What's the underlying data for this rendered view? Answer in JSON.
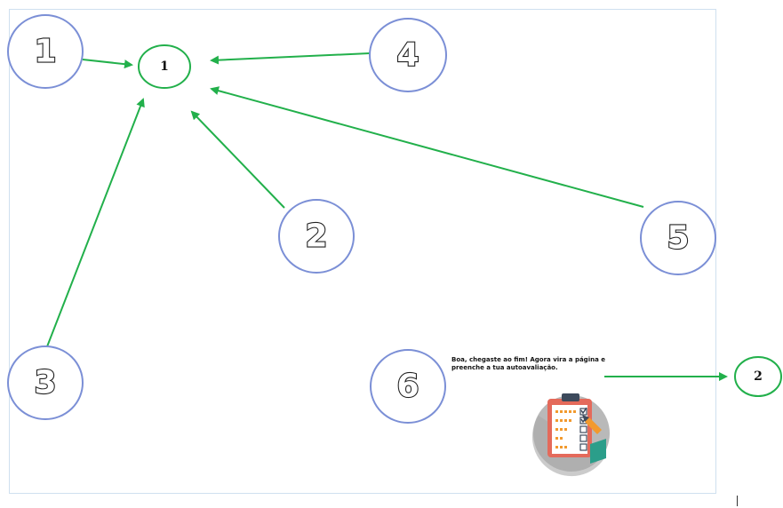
{
  "diagram": {
    "numbered_circles": [
      "1",
      "2",
      "3",
      "4",
      "5",
      "6"
    ],
    "targets": [
      "1",
      "2"
    ],
    "message": "Boa, chegaste ao fim! Agora vira a página e preenche a tua autoavaliação.",
    "icon": "clipboard-checklist-icon",
    "colors": {
      "circle_outline": "#7b8fd6",
      "target_outline": "#22b04b",
      "arrow": "#22b04b",
      "frame": "#cfe0ef"
    }
  }
}
